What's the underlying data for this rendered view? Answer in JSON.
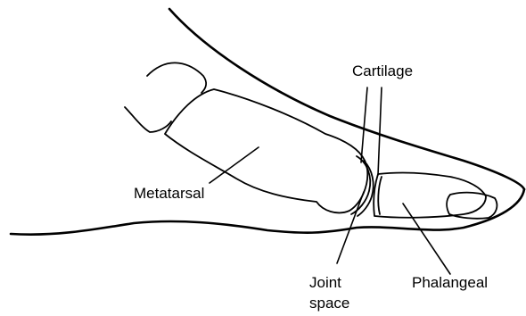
{
  "figure": {
    "labels": {
      "cartilage": "Cartilage",
      "metatarsal": "Metatarsal",
      "joint_space_line1": "Joint",
      "joint_space_line2": "space",
      "phalangeal": "Phalangeal"
    },
    "colors": {
      "ink": "#000000",
      "background": "#ffffff"
    }
  }
}
